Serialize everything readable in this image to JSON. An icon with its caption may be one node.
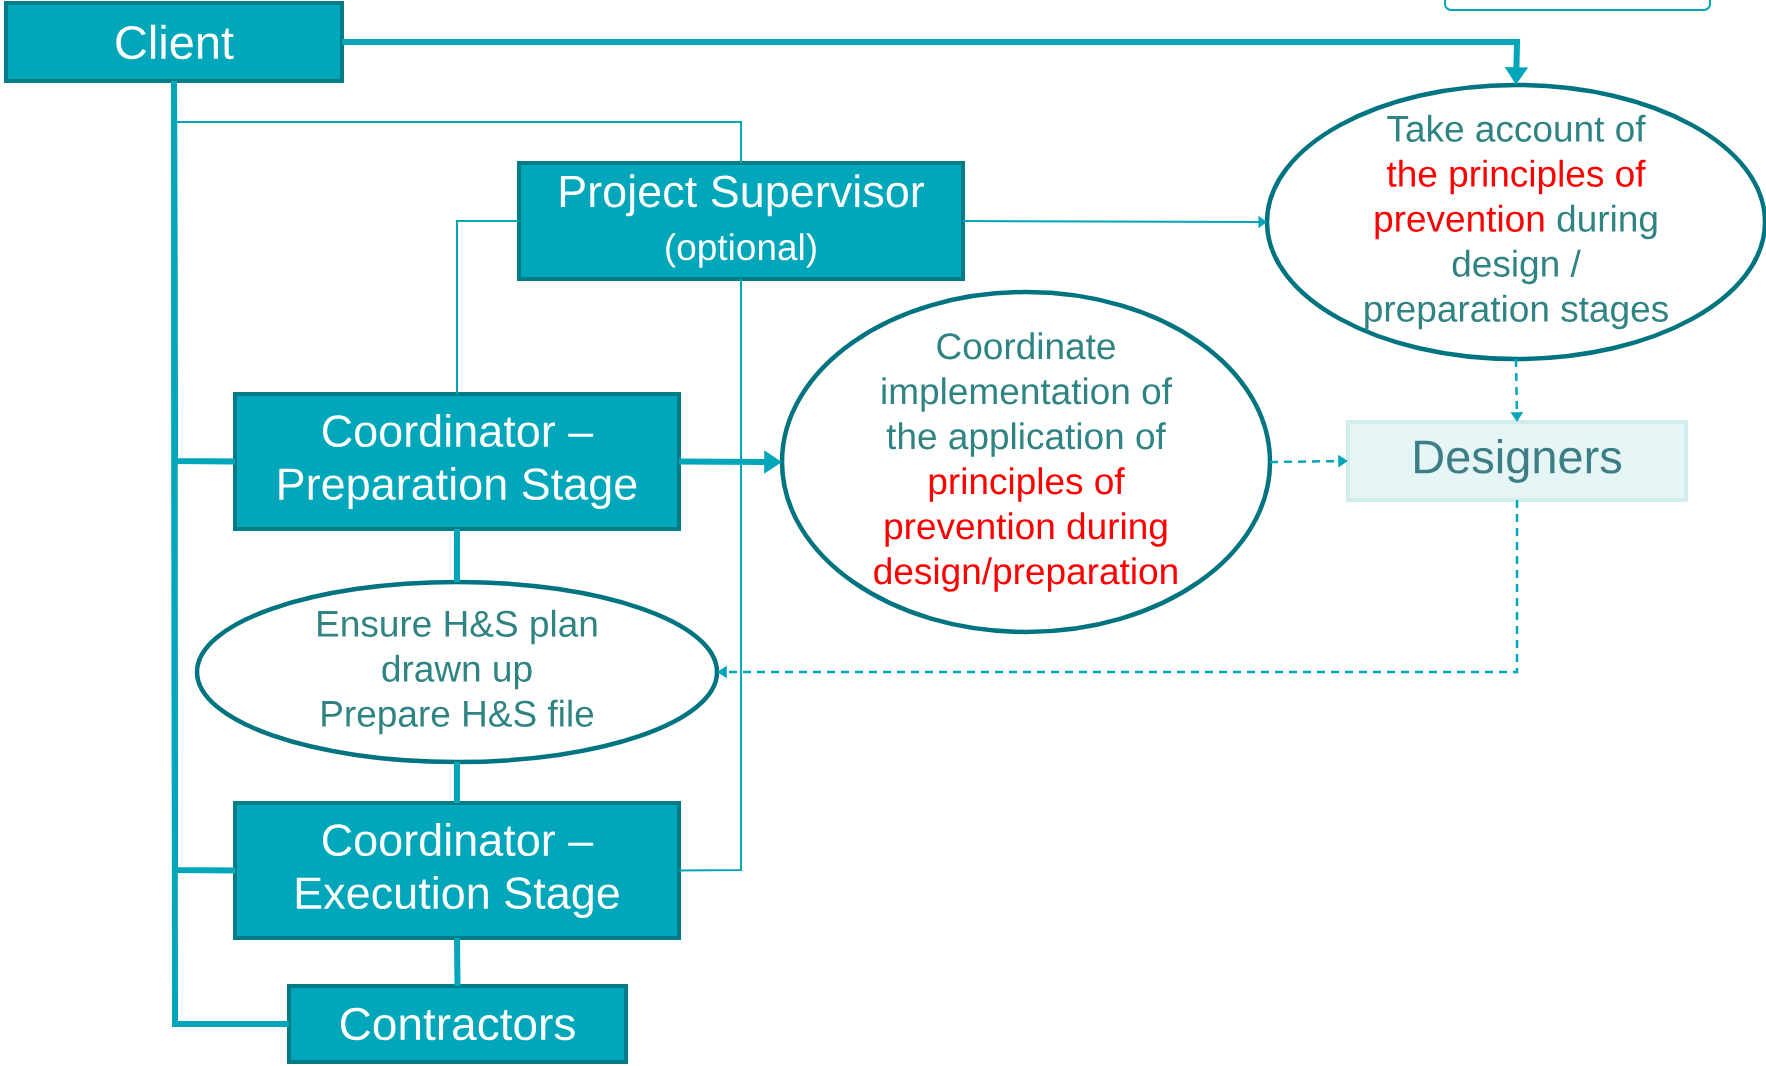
{
  "diagram": {
    "nodes": [
      {
        "text": [
          "Client"
        ]
      },
      {
        "text": [
          "Project Supervisor",
          "(optional)"
        ]
      },
      {
        "text": [
          "Take account of",
          "the principles of prevention",
          "during design / preparation stages"
        ]
      },
      {
        "text": [
          "Coordinator – Preparation Stage"
        ]
      },
      {
        "text": [
          "Coordinate implementation of the application of",
          "principles of prevention during design/preparation"
        ]
      },
      {
        "text": [
          "Designers"
        ]
      },
      {
        "text": [
          "Ensure H&S plan drawn up",
          "Prepare H&S file"
        ]
      },
      {
        "text": [
          "Coordinator – Execution Stage"
        ]
      },
      {
        "text": [
          "Contractors"
        ]
      }
    ],
    "edges": [
      {
        "from": 0,
        "to": 2,
        "arrow": "to"
      },
      {
        "from": 0,
        "to": 3,
        "arrow": "none"
      },
      {
        "from": 0,
        "to": 7,
        "arrow": "none"
      },
      {
        "from": 0,
        "to": 8,
        "arrow": "none"
      },
      {
        "from": 0,
        "to": 1,
        "arrow": "none"
      },
      {
        "from": 1,
        "to": 2,
        "arrow": "to"
      },
      {
        "from": 1,
        "to": 3,
        "arrow": "none"
      },
      {
        "from": 1,
        "to": 7,
        "arrow": "none"
      },
      {
        "from": 3,
        "to": 4,
        "arrow": "to"
      },
      {
        "from": 3,
        "to": 6,
        "arrow": "none"
      },
      {
        "from": 6,
        "to": 7,
        "arrow": "none"
      },
      {
        "from": 7,
        "to": 8,
        "arrow": "none"
      },
      {
        "from": 2,
        "to": 5,
        "arrow": "to",
        "style": "dashed"
      },
      {
        "from": 4,
        "to": 5,
        "arrow": "to",
        "style": "dashed"
      },
      {
        "from": 5,
        "to": 6,
        "arrow": "to",
        "style": "dashed"
      }
    ]
  }
}
